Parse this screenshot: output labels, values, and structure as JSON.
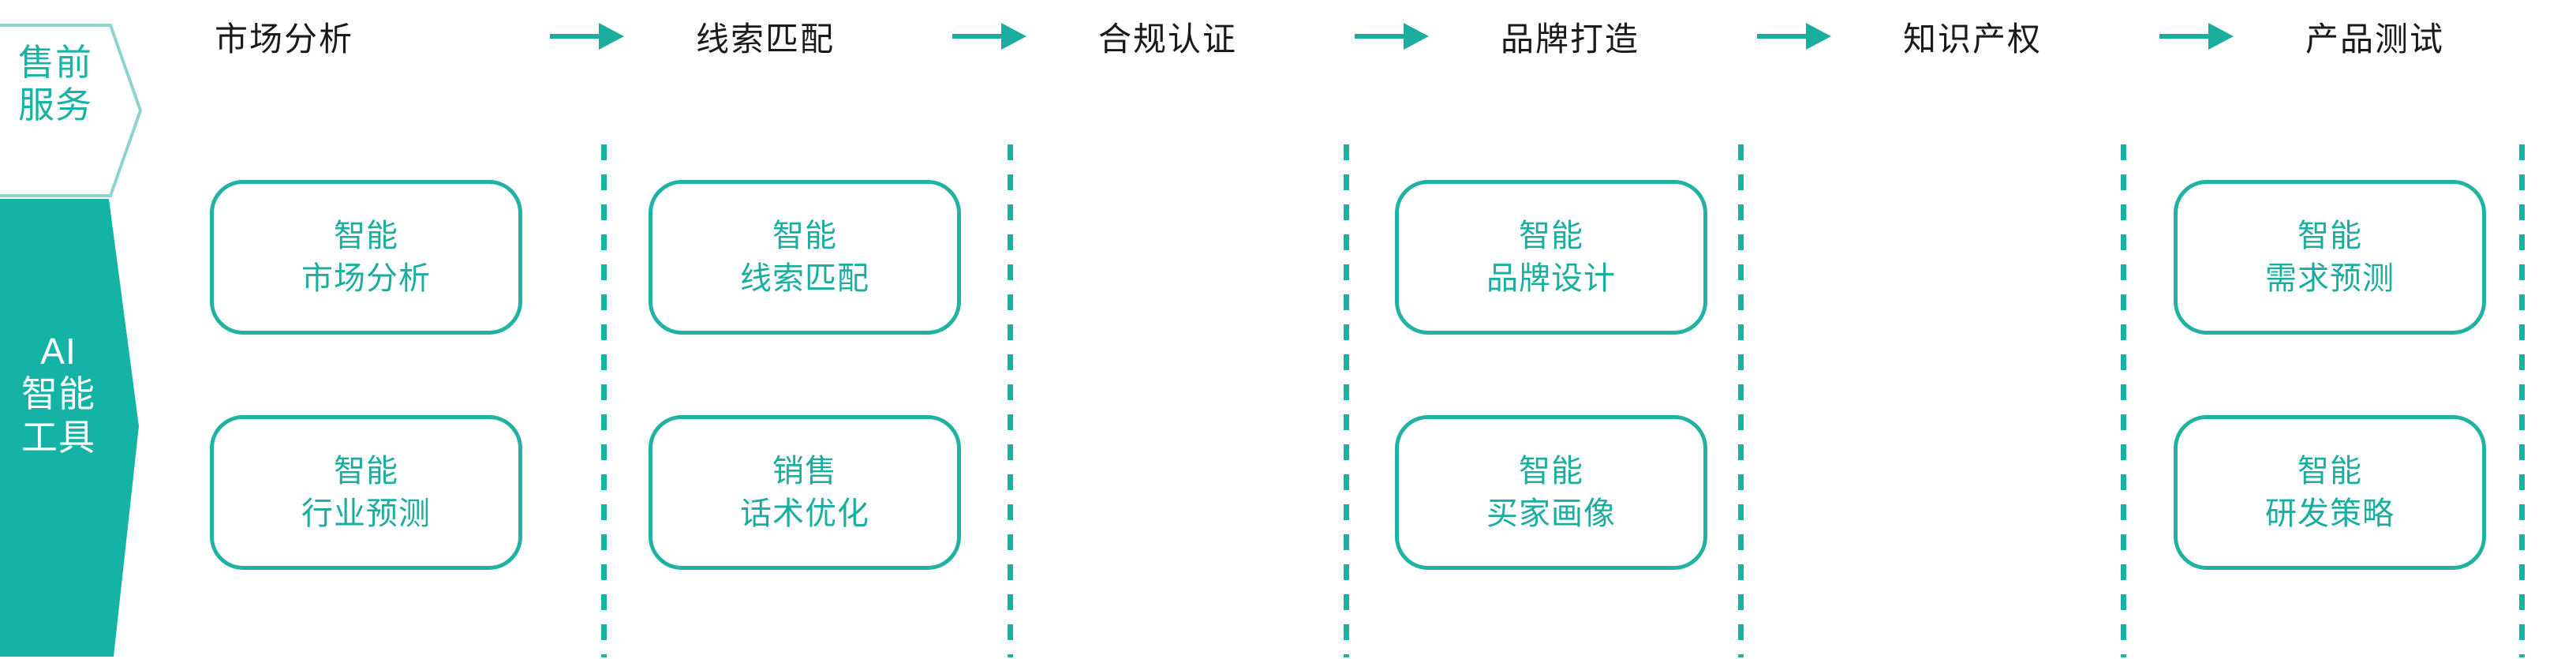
{
  "colors": {
    "teal_fill": "#14B3A6",
    "teal_stroke": "#22B2A4",
    "teal_light_stroke": "#8FD4CC",
    "text_dark": "#1A1A1A",
    "card_text": "#1BAE9F",
    "background": "#FFFFFF"
  },
  "rail": {
    "presale": {
      "label": "售前\n服务",
      "line1": "售前",
      "line2": "服务"
    },
    "ai_tools": {
      "label": "AI\n智能\n工具",
      "line1": "AI",
      "line2": "智能",
      "line3": "工具"
    }
  },
  "stages": [
    {
      "label": "市场分析"
    },
    {
      "label": "线索匹配"
    },
    {
      "label": "合规认证"
    },
    {
      "label": "品牌打造"
    },
    {
      "label": "知识产权"
    },
    {
      "label": "产品测试"
    }
  ],
  "arrow_icon": "arrow-right-icon",
  "columns": [
    {
      "stage": "市场分析",
      "cards": [
        {
          "line1": "智能",
          "line2": "市场分析"
        },
        {
          "line1": "智能",
          "line2": "行业预测"
        }
      ]
    },
    {
      "stage": "线索匹配",
      "cards": [
        {
          "line1": "智能",
          "line2": "线索匹配"
        },
        {
          "line1": "销售",
          "line2": "话术优化"
        }
      ]
    },
    {
      "stage": "合规认证",
      "cards": []
    },
    {
      "stage": "品牌打造",
      "cards": [
        {
          "line1": "智能",
          "line2": "品牌设计"
        },
        {
          "line1": "智能",
          "line2": "买家画像"
        }
      ]
    },
    {
      "stage": "知识产权",
      "cards": []
    },
    {
      "stage": "产品测试",
      "cards": [
        {
          "line1": "智能",
          "line2": "需求预测"
        },
        {
          "line1": "智能",
          "line2": "研发策略"
        }
      ]
    }
  ]
}
